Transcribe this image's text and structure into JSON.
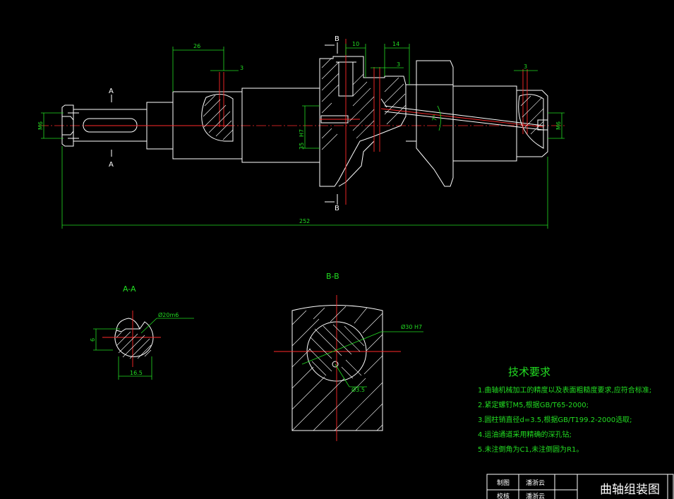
{
  "drawing": {
    "title": "曲轴组装图",
    "colors": {
      "background": "#000000",
      "outline": "#ffffff",
      "dimension": "#22dd22",
      "centerline": "#ff2a2a"
    }
  },
  "main_view": {
    "dims": {
      "d26": "26",
      "d3a": "3",
      "d10": "10",
      "d14": "14",
      "d3b": "3",
      "d3c": "3",
      "m6a": "M6",
      "m6b": "M6",
      "d35": "35",
      "h35suffix": "H7",
      "ang7": "7°",
      "d252": "252"
    },
    "section_marks": {
      "a_top": "A",
      "a_bottom": "A",
      "b_top": "B",
      "b_bottom": "B"
    }
  },
  "section_aa": {
    "title": "A-A",
    "dia": "Ø20m6",
    "d6": "6",
    "d165": "16.5"
  },
  "section_bb": {
    "title": "B-B",
    "dia": "Ø30 H7",
    "d35": "Ø3.5"
  },
  "tech_notes": {
    "heading": "技术要求",
    "items": [
      "1.曲轴机械加工的精度以及表面粗糙度要求,应符合标准;",
      "2.紧定螺钉M5,根据GB/T65-2000;",
      "3.圆柱销直径d=3.5,根据GB/T199.2-2000选取;",
      "4.运油通道采用精确的深孔钻;",
      "5.未注倒角为C1,未注倒圆为R1。"
    ]
  },
  "title_block": {
    "drawn_label": "制图",
    "drawn_name": "潘浙云",
    "check_label": "校核",
    "check_name": "潘浙云"
  }
}
